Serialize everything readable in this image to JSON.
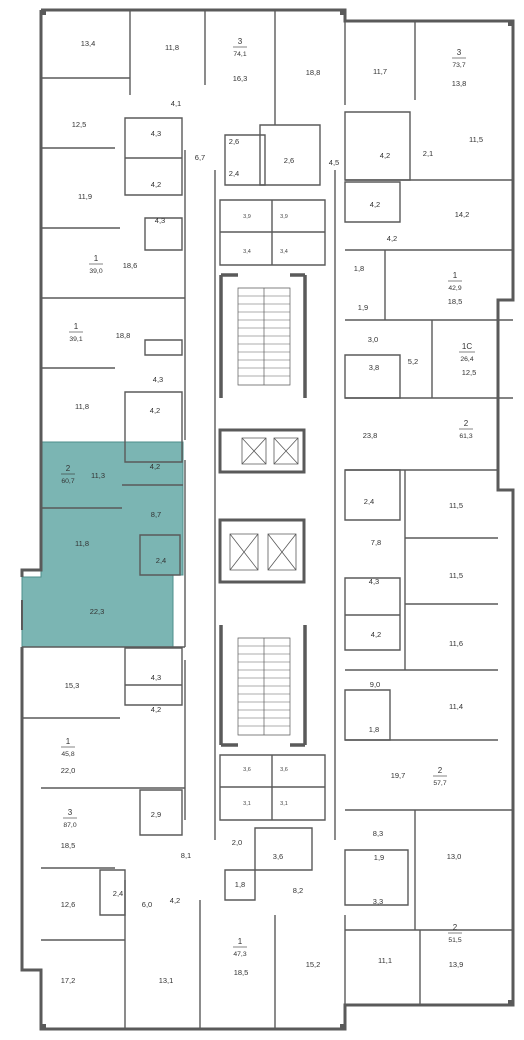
{
  "accent": "#7bb5b3",
  "apartments": [
    {
      "id": "a1",
      "rooms": "3",
      "total": "74,1"
    },
    {
      "id": "a2",
      "rooms": "3",
      "total": "73,7"
    },
    {
      "id": "a3",
      "rooms": "1",
      "total": "39,0"
    },
    {
      "id": "a4",
      "rooms": "1",
      "total": "42,9"
    },
    {
      "id": "a5",
      "rooms": "1",
      "total": "39,1"
    },
    {
      "id": "a6",
      "rooms": "1С",
      "total": "26,4"
    },
    {
      "id": "a7",
      "rooms": "2",
      "total": "61,3"
    },
    {
      "id": "a8",
      "rooms": "2",
      "total": "60,7",
      "highlighted": true
    },
    {
      "id": "a9",
      "rooms": "1",
      "total": "45,8"
    },
    {
      "id": "a10",
      "rooms": "2",
      "total": "57,7"
    },
    {
      "id": "a11",
      "rooms": "3",
      "total": "87,0"
    },
    {
      "id": "a12",
      "rooms": "1",
      "total": "47,3"
    },
    {
      "id": "a13",
      "rooms": "2",
      "total": "51,5"
    }
  ],
  "room_areas": [
    "13,4",
    "11,8",
    "16,3",
    "18,8",
    "11,7",
    "13,8",
    "12,5",
    "4,1",
    "4,3",
    "6,7",
    "2,6",
    "2,6",
    "4,5",
    "4,2",
    "2,1",
    "11,5",
    "4,2",
    "2,4",
    "11,9",
    "4,3",
    "4,2",
    "14,2",
    "18,6",
    "4,2",
    "1,8",
    "18,5",
    "1,9",
    "18,8",
    "3,0",
    "5,2",
    "12,5",
    "3,8",
    "4,3",
    "11,8",
    "4,2",
    "23,8",
    "11,3",
    "4,2",
    "8,7",
    "2,4",
    "11,5",
    "11,8",
    "2,4",
    "7,8",
    "11,5",
    "22,3",
    "4,3",
    "4,2",
    "11,6",
    "15,3",
    "4,3",
    "9,0",
    "11,4",
    "4,2",
    "1,8",
    "22,0",
    "19,7",
    "2,9",
    "8,3",
    "18,5",
    "8,1",
    "2,0",
    "3,6",
    "1,9",
    "13,0",
    "3,3",
    "1,8",
    "8,2",
    "12,6",
    "2,4",
    "6,0",
    "4,2",
    "11,1",
    "13,9",
    "17,2",
    "13,1",
    "18,5",
    "15,2"
  ],
  "core_areas": [
    "3,9",
    "3,9",
    "3,4",
    "3,4",
    "3,6",
    "3,6",
    "3,1",
    "3,1"
  ]
}
